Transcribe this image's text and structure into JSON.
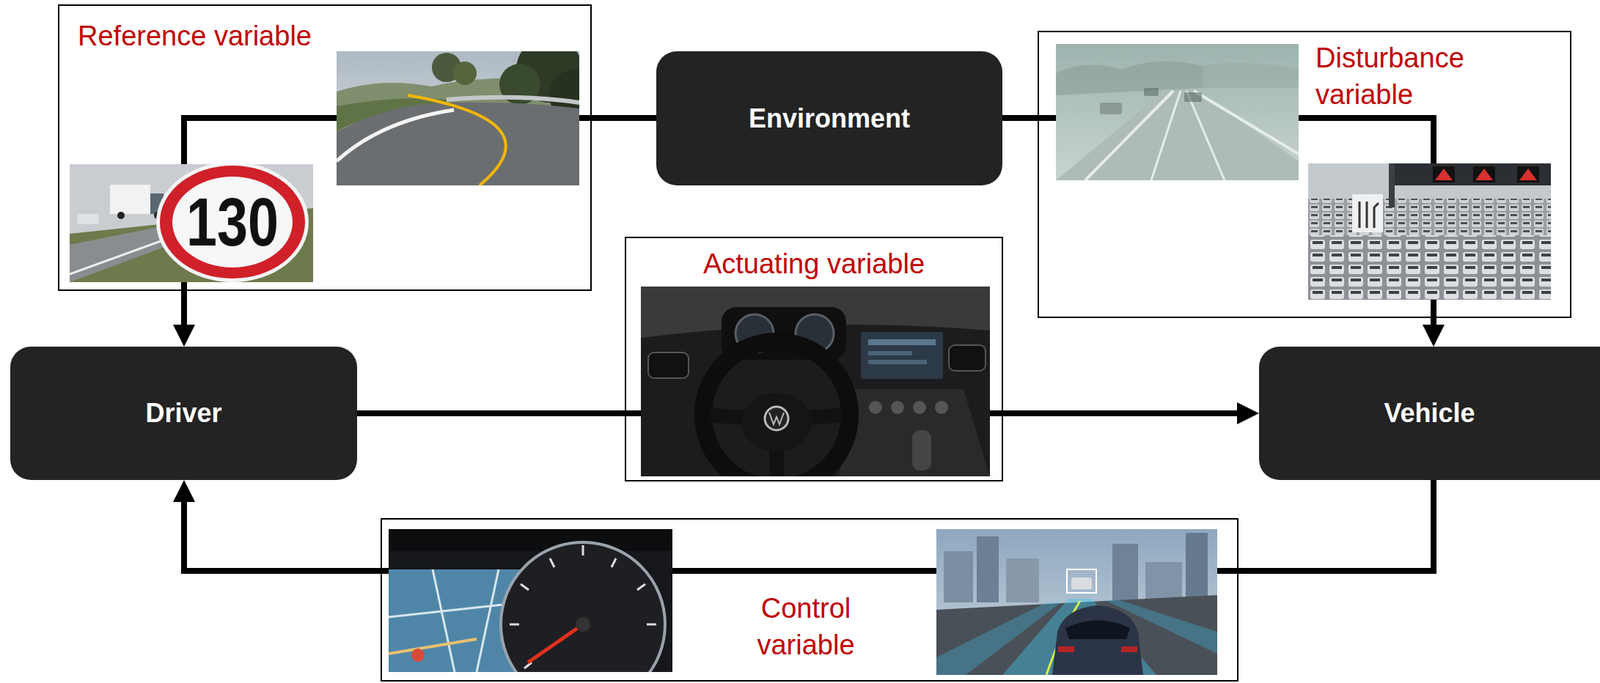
{
  "diagram": {
    "nodes": [
      {
        "text": [
          "Reference variable"
        ]
      },
      {
        "text": [
          "Environment"
        ]
      },
      {
        "text": [
          "Disturbance variable"
        ]
      },
      {
        "text": [
          "Driver"
        ]
      },
      {
        "text": [
          "Actuating variable"
        ]
      },
      {
        "text": [
          "Vehicle"
        ]
      },
      {
        "text": [
          "Control variable"
        ]
      }
    ],
    "edges": [
      {
        "from": 1,
        "to": 3,
        "arrow": "to"
      },
      {
        "from": 1,
        "to": 5,
        "arrow": "to"
      },
      {
        "from": 3,
        "to": 5,
        "arrow": "to"
      },
      {
        "from": 5,
        "to": 3,
        "arrow": "to"
      }
    ],
    "labels": [
      "130"
    ]
  }
}
